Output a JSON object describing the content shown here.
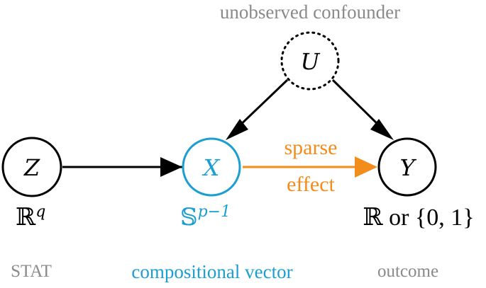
{
  "nodes": {
    "u": {
      "label": "U",
      "annotation": "unobserved confounder"
    },
    "z": {
      "label": "Z",
      "space": "ℝ",
      "space_sup": "q",
      "caption": "STAT"
    },
    "x": {
      "label": "X",
      "space": "𝕊",
      "space_sup": "p−1",
      "caption": "compositional vector"
    },
    "y": {
      "label": "Y",
      "space": "ℝ or {0, 1}",
      "caption": "outcome"
    }
  },
  "edges": {
    "x_to_y": {
      "label_top": "sparse",
      "label_bottom": "effect"
    }
  },
  "colors": {
    "node_black": "#000000",
    "x_blue": "#1a9fd0",
    "effect_orange": "#f28c1a",
    "caption_gray": "#8a8a8a"
  }
}
